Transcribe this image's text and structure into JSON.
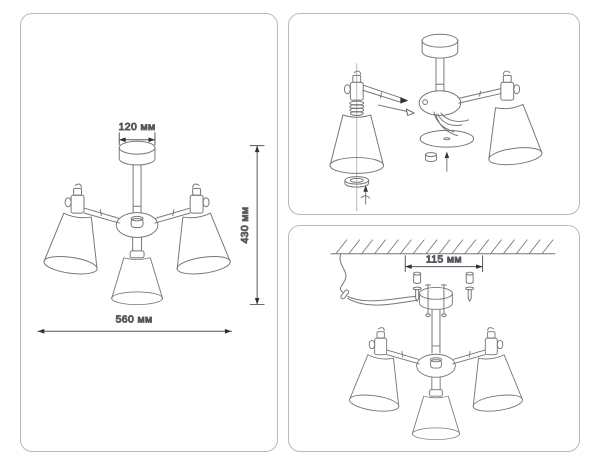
{
  "colors": {
    "background": "#ffffff",
    "panel_border": "#b9b9b9",
    "drawing_line": "#77777b",
    "dimension_line": "#56565c",
    "label_text": "#2c2c31"
  },
  "front_view_panel": {
    "canopy_width_label": "120 мм",
    "height_label": "430 мм",
    "width_label": "560 мм"
  },
  "installation_panel": {
    "mount_spacing_label": "115 мм"
  }
}
